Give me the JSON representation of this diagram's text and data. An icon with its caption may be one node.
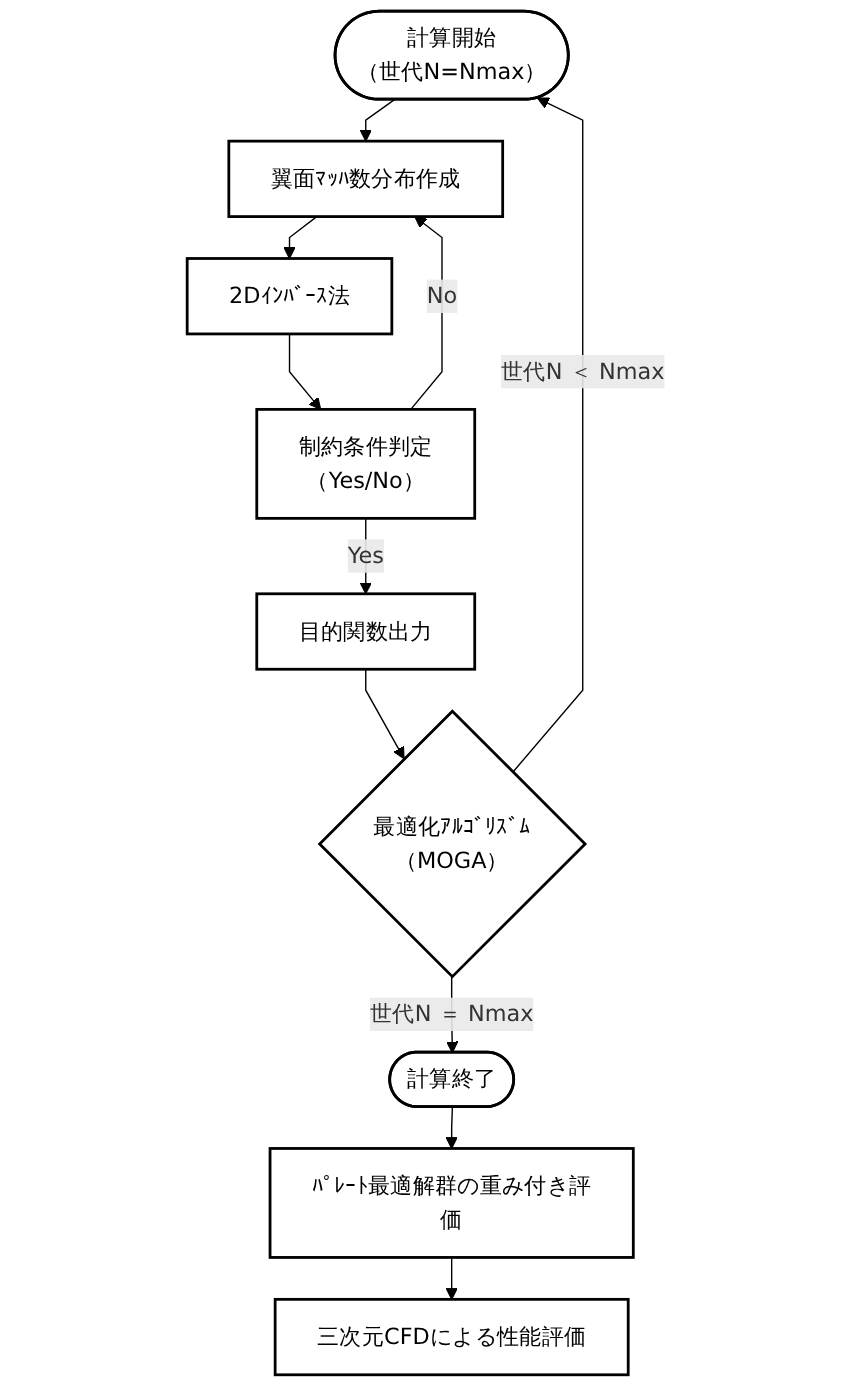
{
  "diagram": {
    "nodes": [
      {
        "text": [
          "計算開始",
          "（世代N=Nmax）"
        ]
      },
      {
        "text": [
          "翼面ﾏｯﾊ数分布作成"
        ]
      },
      {
        "text": [
          "2Dｲﾝﾊﾞｰｽ法"
        ]
      },
      {
        "text": [
          "制約条件判定",
          "（Yes/No）"
        ]
      },
      {
        "text": [
          "目的関数出力"
        ]
      },
      {
        "text": [
          "最適化ｱﾙｺﾞﾘｽﾞﾑ",
          "（MOGA）"
        ]
      },
      {
        "text": [
          "計算終了"
        ]
      },
      {
        "text": [
          "ﾊﾟﾚｰﾄ最適解群の重み付き評価"
        ]
      },
      {
        "text": [
          "三次元CFDによる性能評価"
        ]
      }
    ],
    "edges": [
      {
        "from": 0,
        "to": 1,
        "arrow": "to"
      },
      {
        "from": 1,
        "to": 2,
        "arrow": "to"
      },
      {
        "from": 2,
        "to": 3,
        "arrow": "to"
      },
      {
        "from": 3,
        "to": 1,
        "arrow": "to",
        "label": "No"
      },
      {
        "from": 3,
        "to": 4,
        "arrow": "to",
        "label": "Yes"
      },
      {
        "from": 4,
        "to": 5,
        "arrow": "to"
      },
      {
        "from": 5,
        "to": 0,
        "arrow": "to",
        "label": "世代N ＜ Nmax"
      },
      {
        "from": 5,
        "to": 6,
        "arrow": "to",
        "label": "世代N ＝ Nmax"
      },
      {
        "from": 6,
        "to": 7,
        "arrow": "to"
      },
      {
        "from": 7,
        "to": 8,
        "arrow": "to"
      }
    ]
  }
}
